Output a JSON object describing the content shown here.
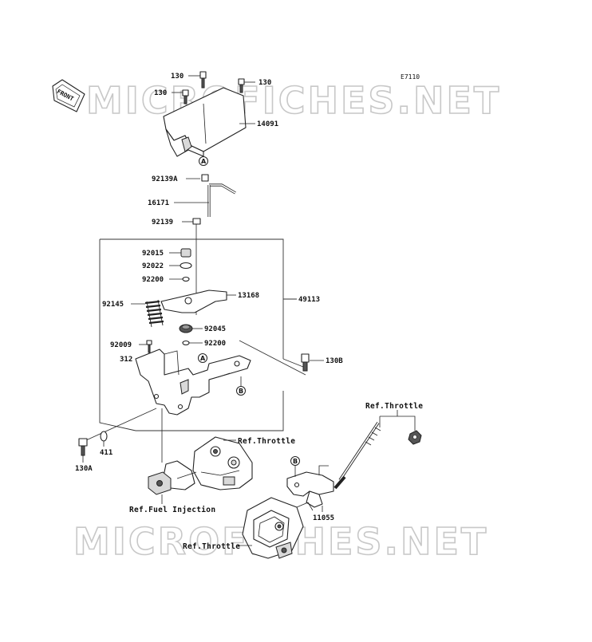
{
  "diagram_code": "E7110",
  "watermark": "MICROFICHES.NET",
  "front_label": "FRONT",
  "part_labels": {
    "p130_top": "130",
    "p130_right": "130",
    "p130_left": "130",
    "p14091": "14091",
    "p92139A": "92139A",
    "p16171": "16171",
    "p92139": "92139",
    "p92015": "92015",
    "p92022": "92022",
    "p92200_top": "92200",
    "p92145": "92145",
    "p13168": "13168",
    "p49113": "49113",
    "p92045": "92045",
    "p92009": "92009",
    "p92200_mid": "92200",
    "p312": "312",
    "p130B": "130B",
    "p130A": "130A",
    "p411": "411",
    "p11055": "11055"
  },
  "callouts": {
    "a_top": "A",
    "a_mid": "A",
    "b_mid": "B",
    "b_right": "B"
  },
  "references": {
    "ref_throttle_mid": "Ref.Throttle",
    "ref_throttle_right": "Ref.Throttle",
    "ref_fuel_injection": "Ref.Fuel Injection",
    "ref_throttle_bottom": "Ref.Throttle"
  }
}
